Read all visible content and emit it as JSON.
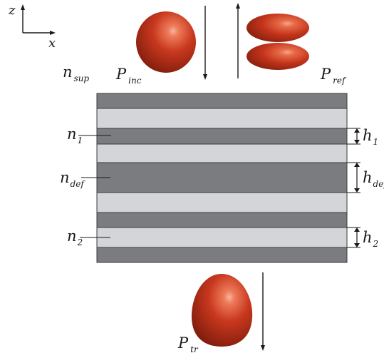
{
  "axes": {
    "z_label": "z",
    "x_label": "x"
  },
  "labels": {
    "n_sup": {
      "main": "n",
      "sub": "sup"
    },
    "p_inc": {
      "main": "P",
      "sub": "inc"
    },
    "p_ref": {
      "main": "P",
      "sub": "ref"
    },
    "p_tr": {
      "main": "P",
      "sub": "tr"
    },
    "n1": {
      "main": "n",
      "sub": "1"
    },
    "n_def": {
      "main": "n",
      "sub": "def"
    },
    "n2": {
      "main": "n",
      "sub": "2"
    },
    "h1": {
      "main": "h",
      "sub": "1"
    },
    "h_def": {
      "main": "h",
      "sub": "def"
    },
    "h2": {
      "main": "h",
      "sub": "2"
    }
  },
  "colors": {
    "dark_layer": "#7b7c80",
    "light_layer": "#d4d5d8",
    "layer_border": "#3a3a3a",
    "lobe_base": "#c8381e",
    "lobe_dark": "#7e1c0c",
    "lobe_highlight": "#f3a48c",
    "ink": "#1a1a1a"
  }
}
